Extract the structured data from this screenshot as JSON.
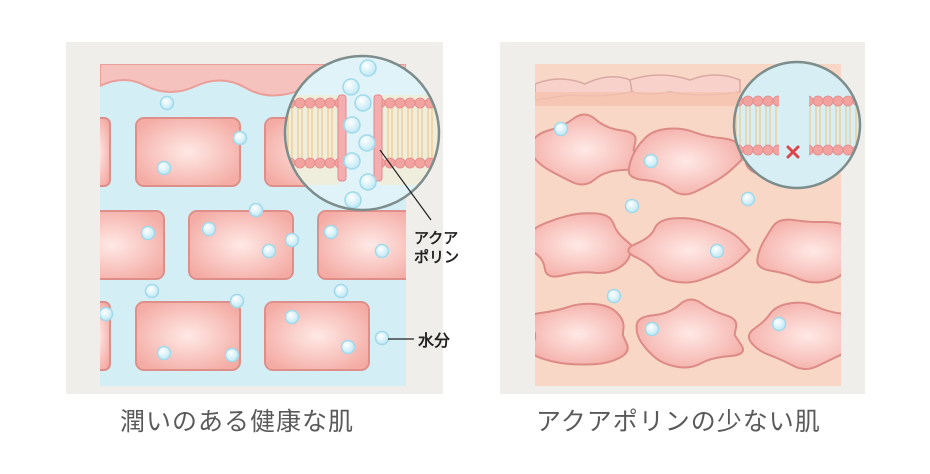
{
  "colors": {
    "panel_bg": "#efeeeb",
    "water": "#d3eef5",
    "cell_fill": "#f6b9b2",
    "cell_stroke": "#df8f8a",
    "dry_bg": "#f8d7c6",
    "membrane_head": "#f2a39f",
    "droplet": "#e9f8fd",
    "droplet_stroke": "#9fd9ea",
    "blocked_mark": "#e0434b",
    "caption_text": "#5a5a5a"
  },
  "icons": {
    "droplet": "water-droplet-icon",
    "blocked": "x-mark-icon"
  },
  "left_diagram": {
    "label_aquaporin_line1": "アクア",
    "label_aquaporin_line2": "ポリン",
    "label_water": "水分",
    "caption": "潤いのある健康な肌"
  },
  "right_diagram": {
    "caption": "アクアポリンの少ない肌"
  }
}
